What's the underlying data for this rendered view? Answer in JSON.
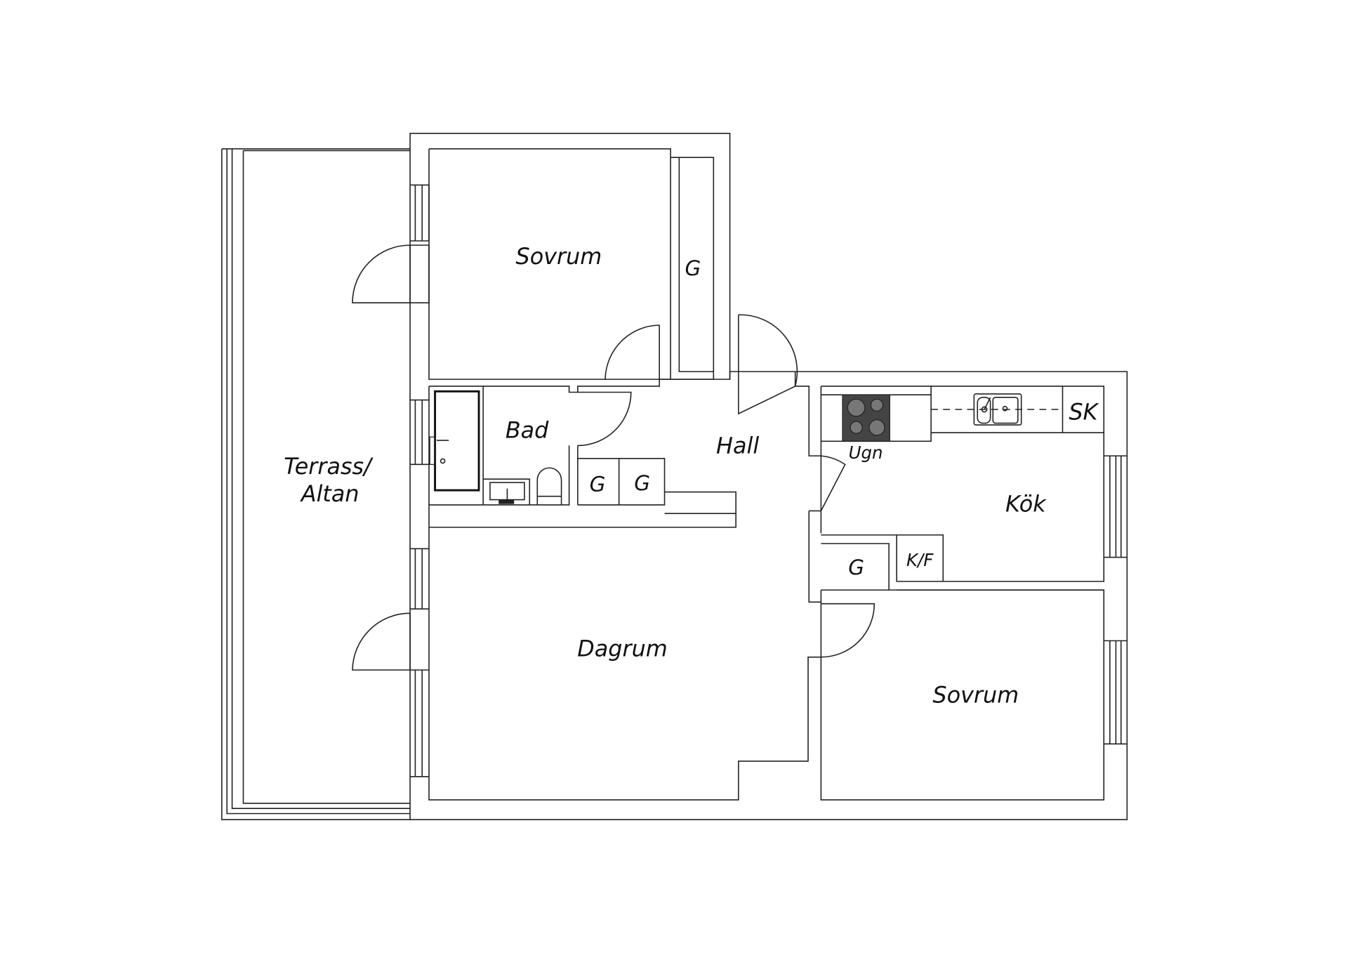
{
  "rooms": {
    "sovrum_top": "Sovrum",
    "closet_top": "G",
    "bad": "Bad",
    "hall": "Hall",
    "closet_hall_1": "G",
    "closet_hall_2": "G",
    "terrass_line1": "Terrass/",
    "terrass_line2": "Altan",
    "dagrum": "Dagrum",
    "kok": "Kök",
    "ugn": "Ugn",
    "sk": "SK",
    "kf": "K/F",
    "closet_kok": "G",
    "sovrum_bottom": "Sovrum"
  },
  "colors": {
    "line": "#222222",
    "stove": "#444444"
  }
}
